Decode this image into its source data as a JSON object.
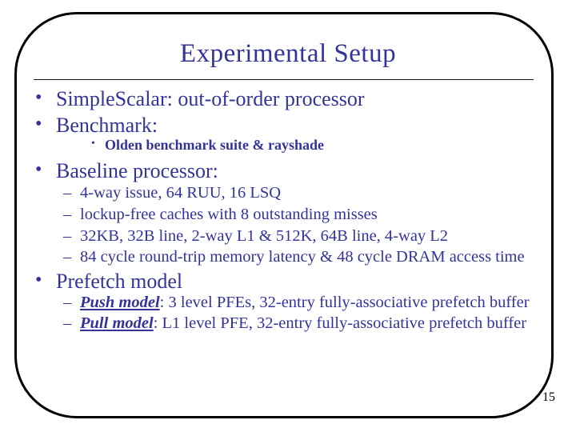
{
  "slide": {
    "title": "Experimental Setup",
    "page_number": "15",
    "bullet_char": "•",
    "dash_char": "–",
    "colors": {
      "text": "#333399",
      "border": "#000000",
      "page_number": "#000000"
    },
    "items": [
      {
        "level": 1,
        "text": "SimpleScalar: out-of-order processor"
      },
      {
        "level": 1,
        "text": "Benchmark:"
      },
      {
        "level": 2,
        "text": "Olden benchmark suite & rayshade"
      },
      {
        "level": 1,
        "text": "Baseline processor:"
      },
      {
        "level": 3,
        "text": "4-way issue, 64 RUU, 16 LSQ"
      },
      {
        "level": 3,
        "text": "lockup-free caches with 8 outstanding misses"
      },
      {
        "level": 3,
        "text": "32KB, 32B line, 2-way L1 & 512K, 64B line, 4-way L2"
      },
      {
        "level": 3,
        "text": "84 cycle round-trip memory latency & 48 cycle DRAM access time"
      },
      {
        "level": 1,
        "text": "Prefetch model"
      },
      {
        "level": 3,
        "lead": "Push model",
        "rest": ": 3 level PFEs, 32-entry fully-associative prefetch buffer"
      },
      {
        "level": 3,
        "lead": "Pull model",
        "rest": ": L1 level PFE, 32-entry fully-associative prefetch buffer"
      }
    ]
  }
}
